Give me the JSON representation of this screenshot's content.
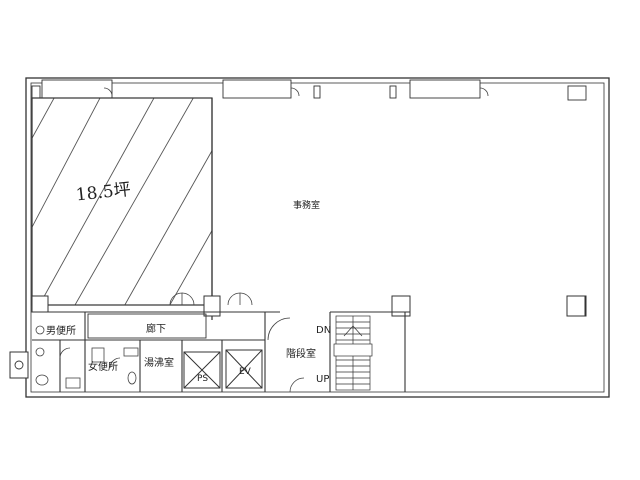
{
  "plan": {
    "rooms": {
      "office": "事務室",
      "corridor": "廊下",
      "stair_room": "階段室",
      "mens_toilet": "男便所",
      "womens_toilet": "女便所",
      "kitchen": "湯沸室",
      "ps": "PS",
      "ev": "EV"
    },
    "stair": {
      "down": "DN",
      "up": "UP"
    },
    "area_note": "18.5坪"
  }
}
